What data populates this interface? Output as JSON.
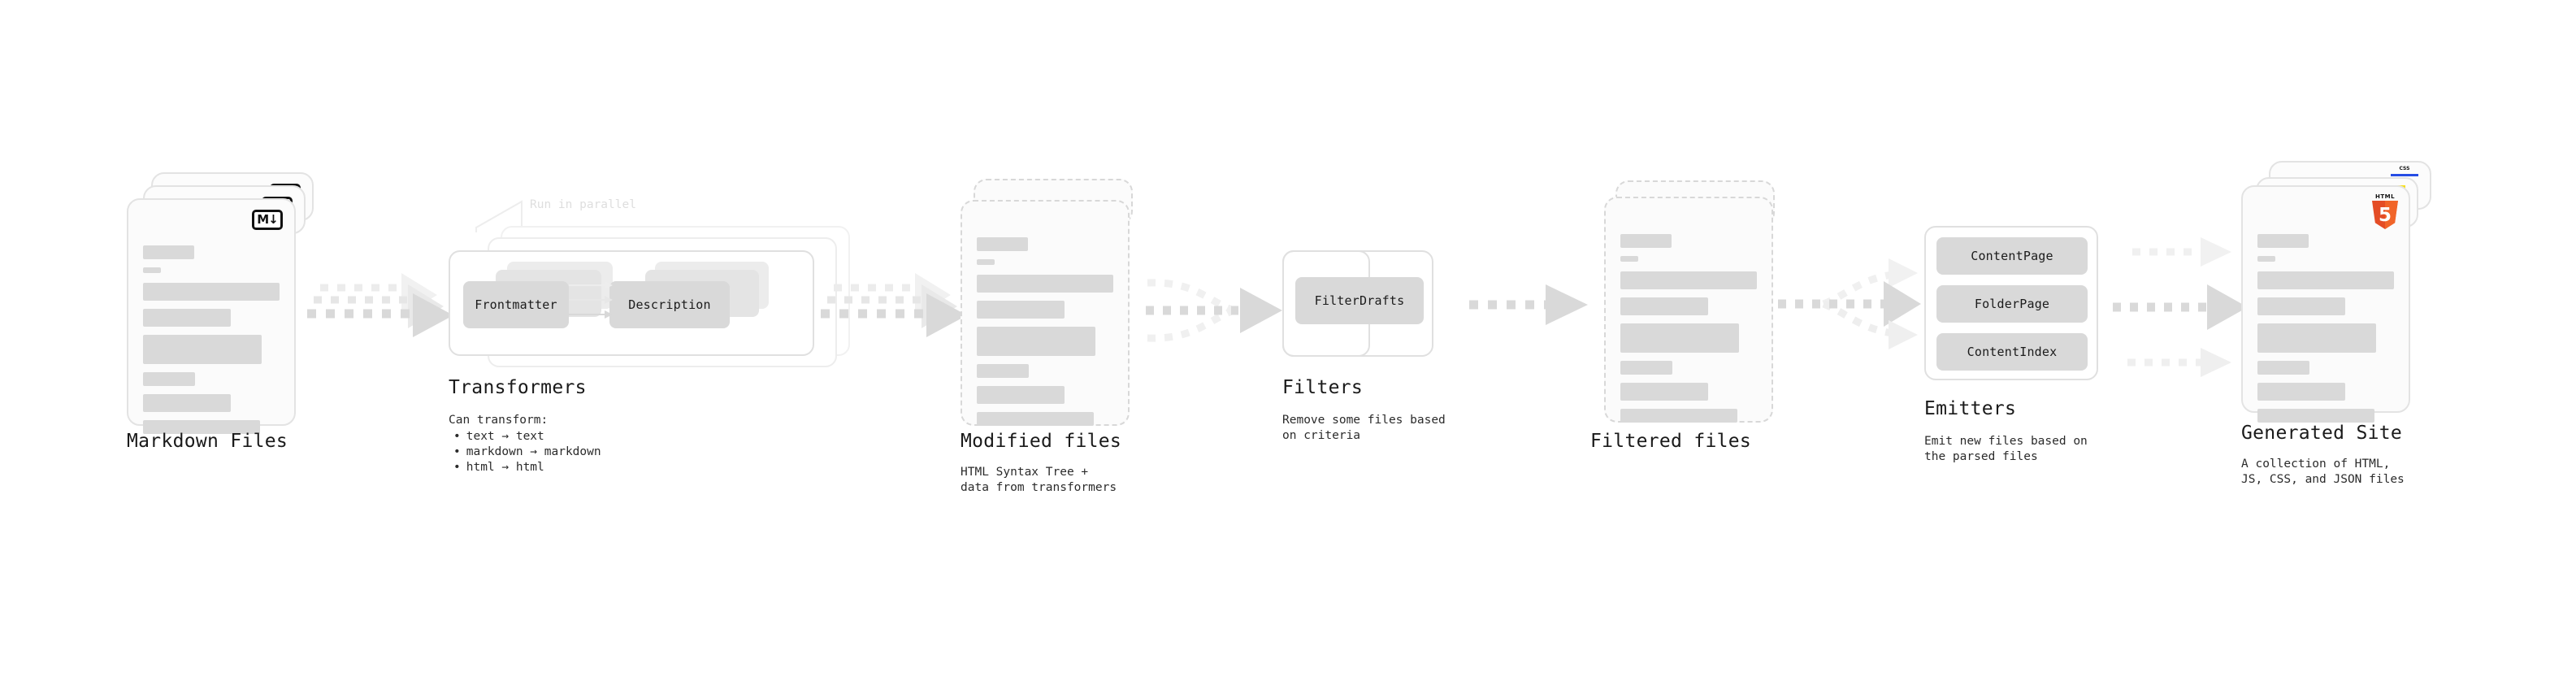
{
  "diagram": {
    "title_sequence": [
      "Markdown Files",
      "Transformers",
      "Modified files",
      "Filters",
      "Filtered files",
      "Emitters",
      "Generated Site"
    ],
    "colors": {
      "bar_fill": "#d9d9d9",
      "card_border": "#e3e3e3",
      "arrow": "#d7d7d7",
      "note_text": "#dedede",
      "html5_orange": "#e44d26",
      "js_yellow": "#f7df1e",
      "css_blue": "#264de4"
    }
  },
  "stages": [
    {
      "id": "markdown-files",
      "label": "Markdown Files",
      "description": "",
      "icon": "markdown-badge",
      "badge_text": "M↓",
      "stack_count": 3
    },
    {
      "id": "transformers",
      "label": "Transformers",
      "note": "Run in parallel",
      "description_head": "Can transform:",
      "bullets": [
        "text → text",
        "markdown → markdown",
        "html → html"
      ],
      "chips": [
        "Frontmatter",
        "Description"
      ],
      "stack_count": 3
    },
    {
      "id": "modified-files",
      "label": "Modified files",
      "description": "HTML Syntax Tree +\ndata from transformers",
      "icon": "dashed-document",
      "stack_count": 2
    },
    {
      "id": "filters",
      "label": "Filters",
      "description": "Remove some files based\non criteria",
      "chips": [
        "FilterDrafts"
      ]
    },
    {
      "id": "filtered-files",
      "label": "Filtered files",
      "description": "",
      "icon": "dashed-document",
      "stack_count": 2
    },
    {
      "id": "emitters",
      "label": "Emitters",
      "description": "Emit new files based on\nthe parsed files",
      "chips": [
        "ContentPage",
        "FolderPage",
        "ContentIndex"
      ]
    },
    {
      "id": "generated-site",
      "label": "Generated Site",
      "description": "A collection of HTML,\nJS, CSS, and JSON files",
      "icons": [
        "css3-badge",
        "javascript-badge",
        "html5-badge"
      ],
      "badge_texts": {
        "css": "CSS",
        "html": "HTML",
        "html_digit": "5"
      },
      "stack_count": 3
    }
  ],
  "connectors": [
    {
      "id": "md-to-transformers",
      "kind": "parallel-3"
    },
    {
      "id": "transformers-to-modified",
      "kind": "parallel-3"
    },
    {
      "id": "modified-to-filters",
      "kind": "converge-3-to-1"
    },
    {
      "id": "filters-to-filtered",
      "kind": "single"
    },
    {
      "id": "filtered-to-emitters",
      "kind": "diverge-1-to-3"
    },
    {
      "id": "emitters-to-site",
      "kind": "parallel-3"
    }
  ]
}
